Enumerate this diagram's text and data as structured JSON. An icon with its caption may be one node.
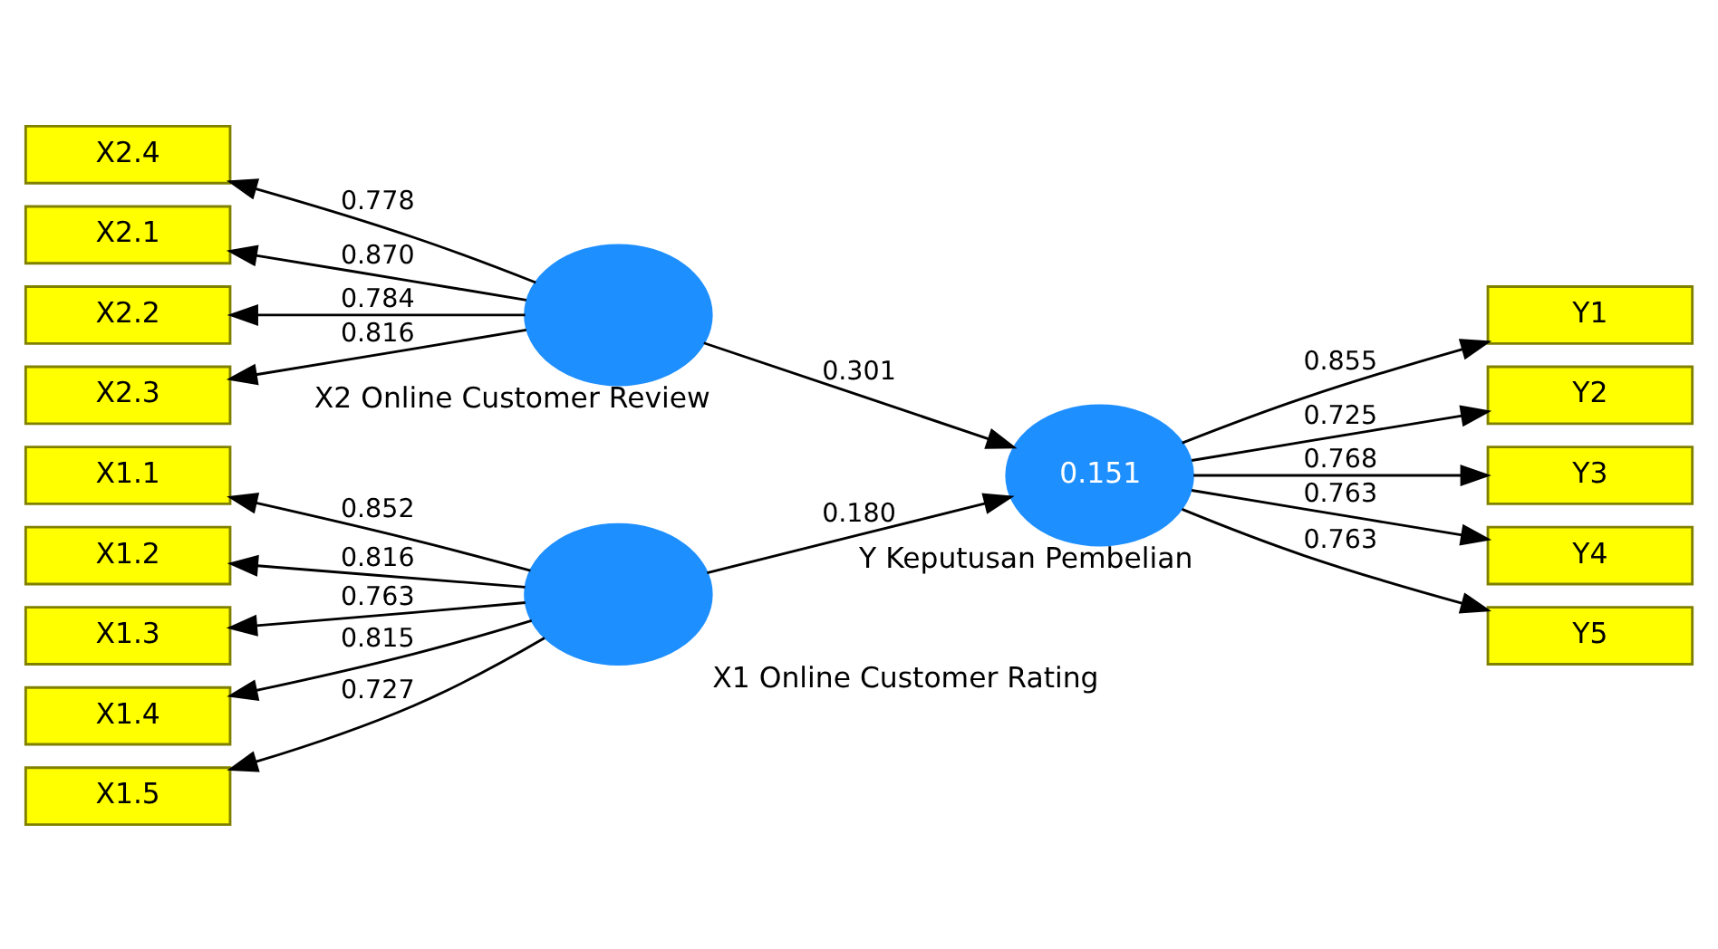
{
  "diagram": {
    "nodes": [
      {
        "text": [
          "X1.1"
        ]
      },
      {
        "text": [
          "X1.2"
        ]
      },
      {
        "text": [
          "X1.3"
        ]
      },
      {
        "text": [
          "X1.4"
        ]
      },
      {
        "text": [
          "X1.5"
        ]
      },
      {
        "text": [],
        "shape": "circle",
        "beside": [
          "X1 Online Customer Rating"
        ]
      },
      {
        "text": [
          "0.151"
        ],
        "beside": [
          "Y Keputusan Pembelian"
        ]
      },
      {
        "text": [
          "Y1"
        ]
      },
      {
        "text": [
          "Y2"
        ]
      },
      {
        "text": [
          "Y3"
        ]
      },
      {
        "text": [
          "Y4"
        ]
      },
      {
        "text": [
          "Y5"
        ]
      },
      {
        "text": [
          "X2.1"
        ]
      },
      {
        "text": [
          "X2.2"
        ]
      },
      {
        "text": [
          "X2.3"
        ]
      },
      {
        "text": [
          "X2.4"
        ]
      },
      {
        "text": [],
        "shape": "circle",
        "beside": [
          "X2 Online Customer Review"
        ]
      }
    ],
    "edges": [
      {
        "from": 5,
        "to": 0,
        "arrow": "to",
        "label": "0.852"
      },
      {
        "from": 5,
        "to": 1,
        "arrow": "to",
        "label": "0.816"
      },
      {
        "from": 5,
        "to": 2,
        "arrow": "to",
        "label": "0.763"
      },
      {
        "from": 5,
        "to": 3,
        "arrow": "to",
        "label": "0.815"
      },
      {
        "from": 5,
        "to": 4,
        "arrow": "to",
        "label": "0.727"
      },
      {
        "from": 5,
        "to": 6,
        "arrow": "to",
        "label": "0.180"
      },
      {
        "from": 16,
        "to": 6,
        "arrow": "to",
        "label": "0.301"
      },
      {
        "from": 6,
        "to": 7,
        "arrow": "to",
        "label": "0.855"
      },
      {
        "from": 6,
        "to": 8,
        "arrow": "to",
        "label": "0.725"
      },
      {
        "from": 6,
        "to": 9,
        "arrow": "to",
        "label": "0.768"
      },
      {
        "from": 6,
        "to": 10,
        "arrow": "to",
        "label": "0.763"
      },
      {
        "from": 6,
        "to": 11,
        "arrow": "to",
        "label": "0.763"
      },
      {
        "from": 16,
        "to": 12,
        "arrow": "to",
        "label": "0.870"
      },
      {
        "from": 16,
        "to": 13,
        "arrow": "to",
        "label": "0.784"
      },
      {
        "from": 16,
        "to": 14,
        "arrow": "to",
        "label": "0.816"
      },
      {
        "from": 16,
        "to": 15,
        "arrow": "to",
        "label": "0.778"
      }
    ]
  }
}
